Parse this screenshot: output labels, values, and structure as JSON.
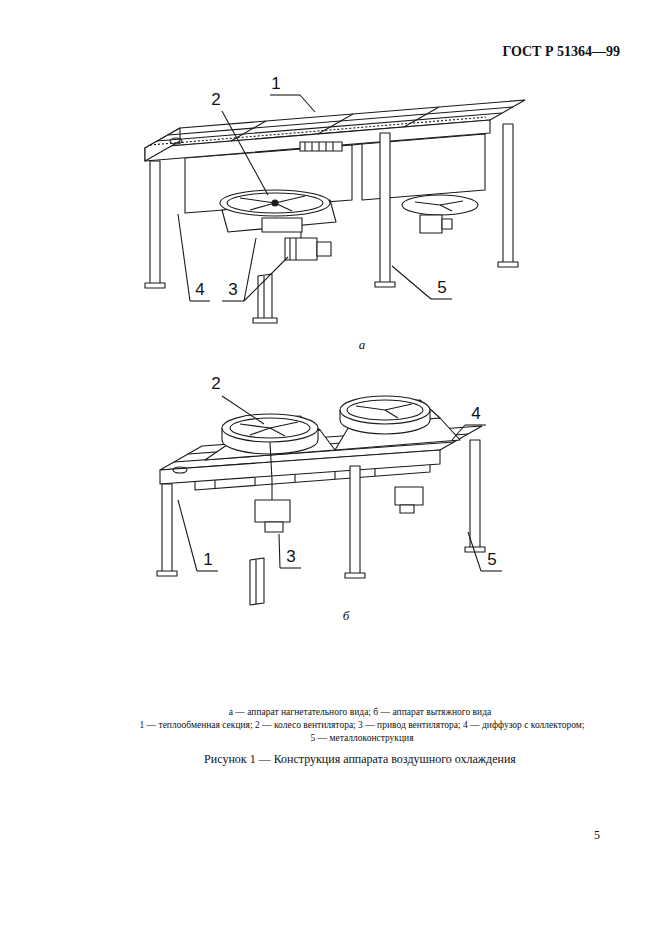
{
  "diagram": {
    "caption": "Рисунок 1 — Конструкция аппарата воздушного охлаждения",
    "labels": [
      "ГОСТ Р 51364—99",
      "2",
      "1",
      "4",
      "3",
      "5",
      "а",
      "2",
      "4",
      "1",
      "3",
      "5",
      "б",
      "а — аппарат нагнетательного вида; б — аппарат вытяжного вида",
      "1 — теплообменная секция; 2 — колесо вентилятора; 3 — привод вентилятора; 4 — диффузор с коллектором;",
      "5 — металлоконструкция",
      "5"
    ]
  }
}
